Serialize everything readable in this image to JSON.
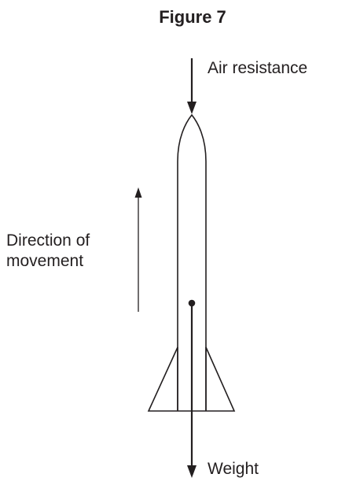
{
  "figure": {
    "title": "Figure 7"
  },
  "labels": {
    "air_resistance": "Air resistance",
    "direction_line1": "Direction of",
    "direction_line2": "movement",
    "weight": "Weight"
  },
  "colors": {
    "ink": "#231f20",
    "background": "#ffffff"
  }
}
